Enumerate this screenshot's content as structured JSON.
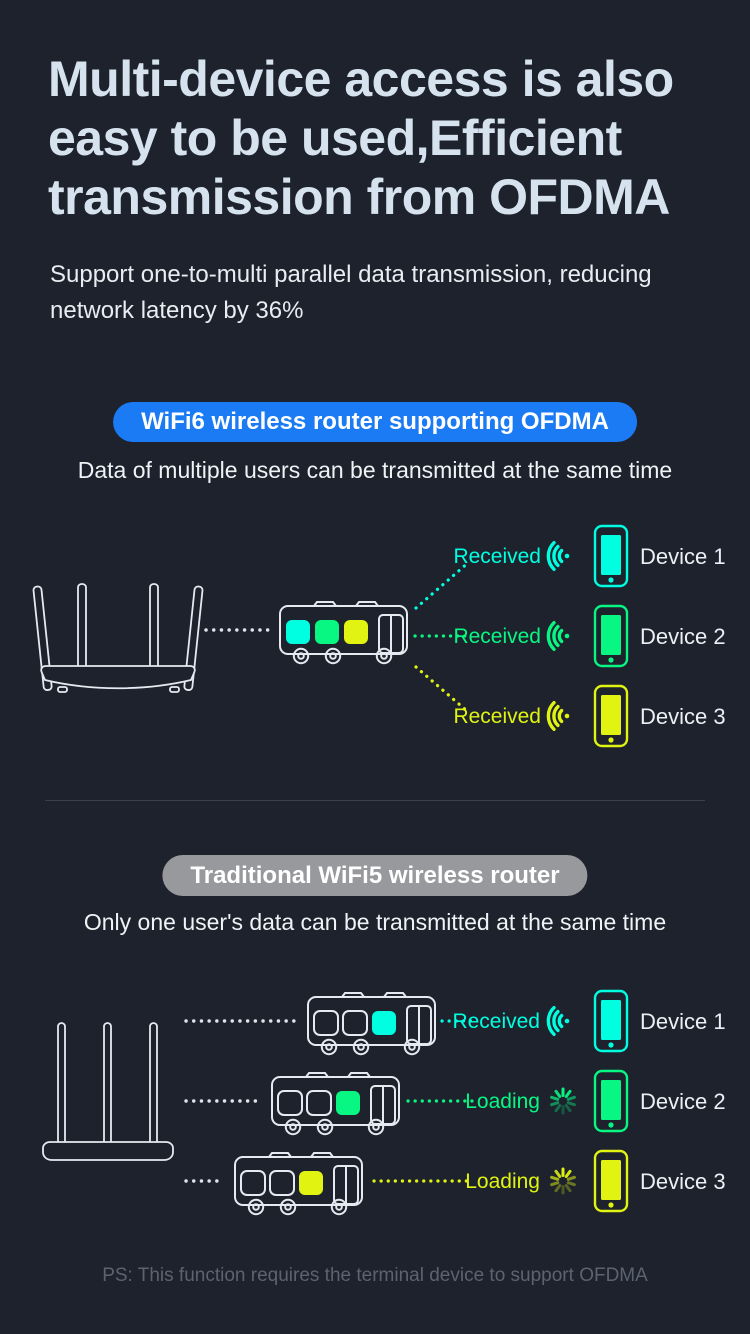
{
  "page": {
    "bg": "#1d222d",
    "heading_lines": [
      "Multi-device access is also",
      "easy to be used,Efficient",
      "transmission from OFDMA"
    ],
    "subtitle_line1": "Support one-to-multi parallel data transmission, reducing",
    "subtitle_line2": "network latency by 36%",
    "footer_note": "PS: This function requires the terminal device to support OFDMA"
  },
  "colors": {
    "accent_blue": "#1b7bf4",
    "badge_gray": "#98999c",
    "cyan": "#00ffe1",
    "green": "#08f783",
    "yellow": "#e0f311",
    "line_art": "#e6eaf0"
  },
  "wifi6": {
    "badge_label": "WiFi6 wireless router supporting OFDMA",
    "caption": "Data of multiple users can be transmitted at the same time",
    "rows": [
      {
        "status": "Received",
        "device": "Device 1",
        "color": "#00ffe1",
        "status_icon": "wifi-signal-icon"
      },
      {
        "status": "Received",
        "device": "Device 2",
        "color": "#08f783",
        "status_icon": "wifi-signal-icon"
      },
      {
        "status": "Received",
        "device": "Device 3",
        "color": "#e0f311",
        "status_icon": "wifi-signal-icon"
      }
    ]
  },
  "wifi5": {
    "badge_label": "Traditional WiFi5 wireless router",
    "caption": "Only one user's data can be transmitted at the same time",
    "rows": [
      {
        "status": "Received",
        "device": "Device 1",
        "color": "#00ffe1",
        "status_icon": "wifi-signal-icon"
      },
      {
        "status": "Loading",
        "device": "Device 2",
        "color": "#08f783",
        "status_icon": "loading-spinner-icon"
      },
      {
        "status": "Loading",
        "device": "Device 3",
        "color": "#e0f311",
        "status_icon": "loading-spinner-icon"
      }
    ]
  }
}
